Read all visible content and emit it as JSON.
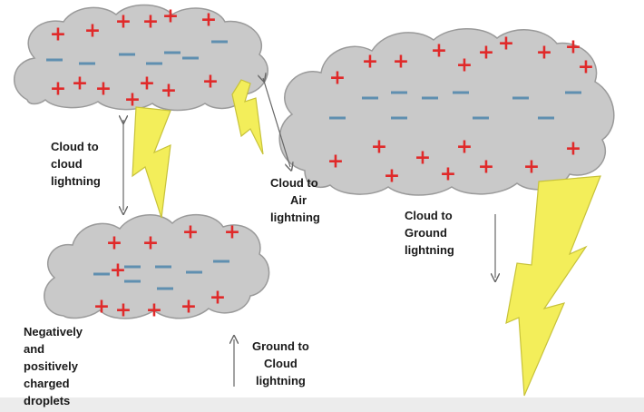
{
  "labels": {
    "cloud_to_cloud": [
      "Cloud to",
      "cloud",
      "lightning"
    ],
    "cloud_to_air": [
      "Cloud to",
      "Air",
      "lightning"
    ],
    "cloud_to_ground": [
      "Cloud to",
      "Ground",
      "lightning"
    ],
    "ground_to_cloud": [
      "Ground to",
      "Cloud",
      "lightning"
    ],
    "droplets": [
      "Negatively",
      "and",
      "positively",
      "charged",
      "droplets"
    ]
  },
  "colors": {
    "cloud_fill": "#c9c9c9",
    "cloud_stroke": "#9a9a9a",
    "positive": "#e02a2a",
    "negative": "#5f8fb0",
    "bolt_fill": "#f3ee5a",
    "bolt_stroke": "#c7c23a",
    "arrow": "#666666"
  }
}
